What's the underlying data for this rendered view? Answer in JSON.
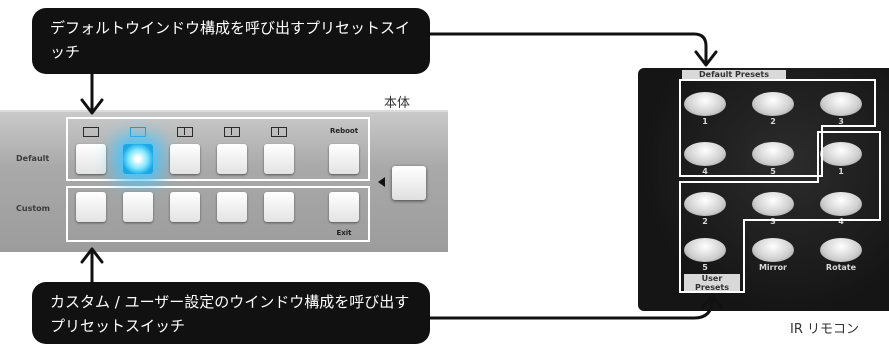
{
  "callouts": {
    "top": "デフォルトウインドウ構成を呼び出すプリセットスイッチ",
    "bottom": "カスタム / ユーザー設定のウインドウ構成を呼び出すプリセットスイッチ"
  },
  "captions": {
    "unit": "本体",
    "remote": "IR リモコン"
  },
  "unit": {
    "row_labels": {
      "default": "Default",
      "custom": "Custom"
    },
    "default_last_label": "Reboot",
    "custom_caption_last": "Exit"
  },
  "remote": {
    "default_tag": "Default Presets",
    "user_tag_line1": "User",
    "user_tag_line2": "Presets",
    "buttons": [
      {
        "label": "1"
      },
      {
        "label": "2"
      },
      {
        "label": "3"
      },
      {
        "label": "4"
      },
      {
        "label": "5"
      },
      {
        "label": "1"
      },
      {
        "label": "2"
      },
      {
        "label": "3"
      },
      {
        "label": "4"
      },
      {
        "label": "5"
      },
      {
        "label": "Mirror"
      },
      {
        "label": "Rotate"
      }
    ]
  },
  "colors": {
    "callout_bg": "#111111",
    "highlight": "#46c6ff",
    "frame": "#ffffff"
  }
}
